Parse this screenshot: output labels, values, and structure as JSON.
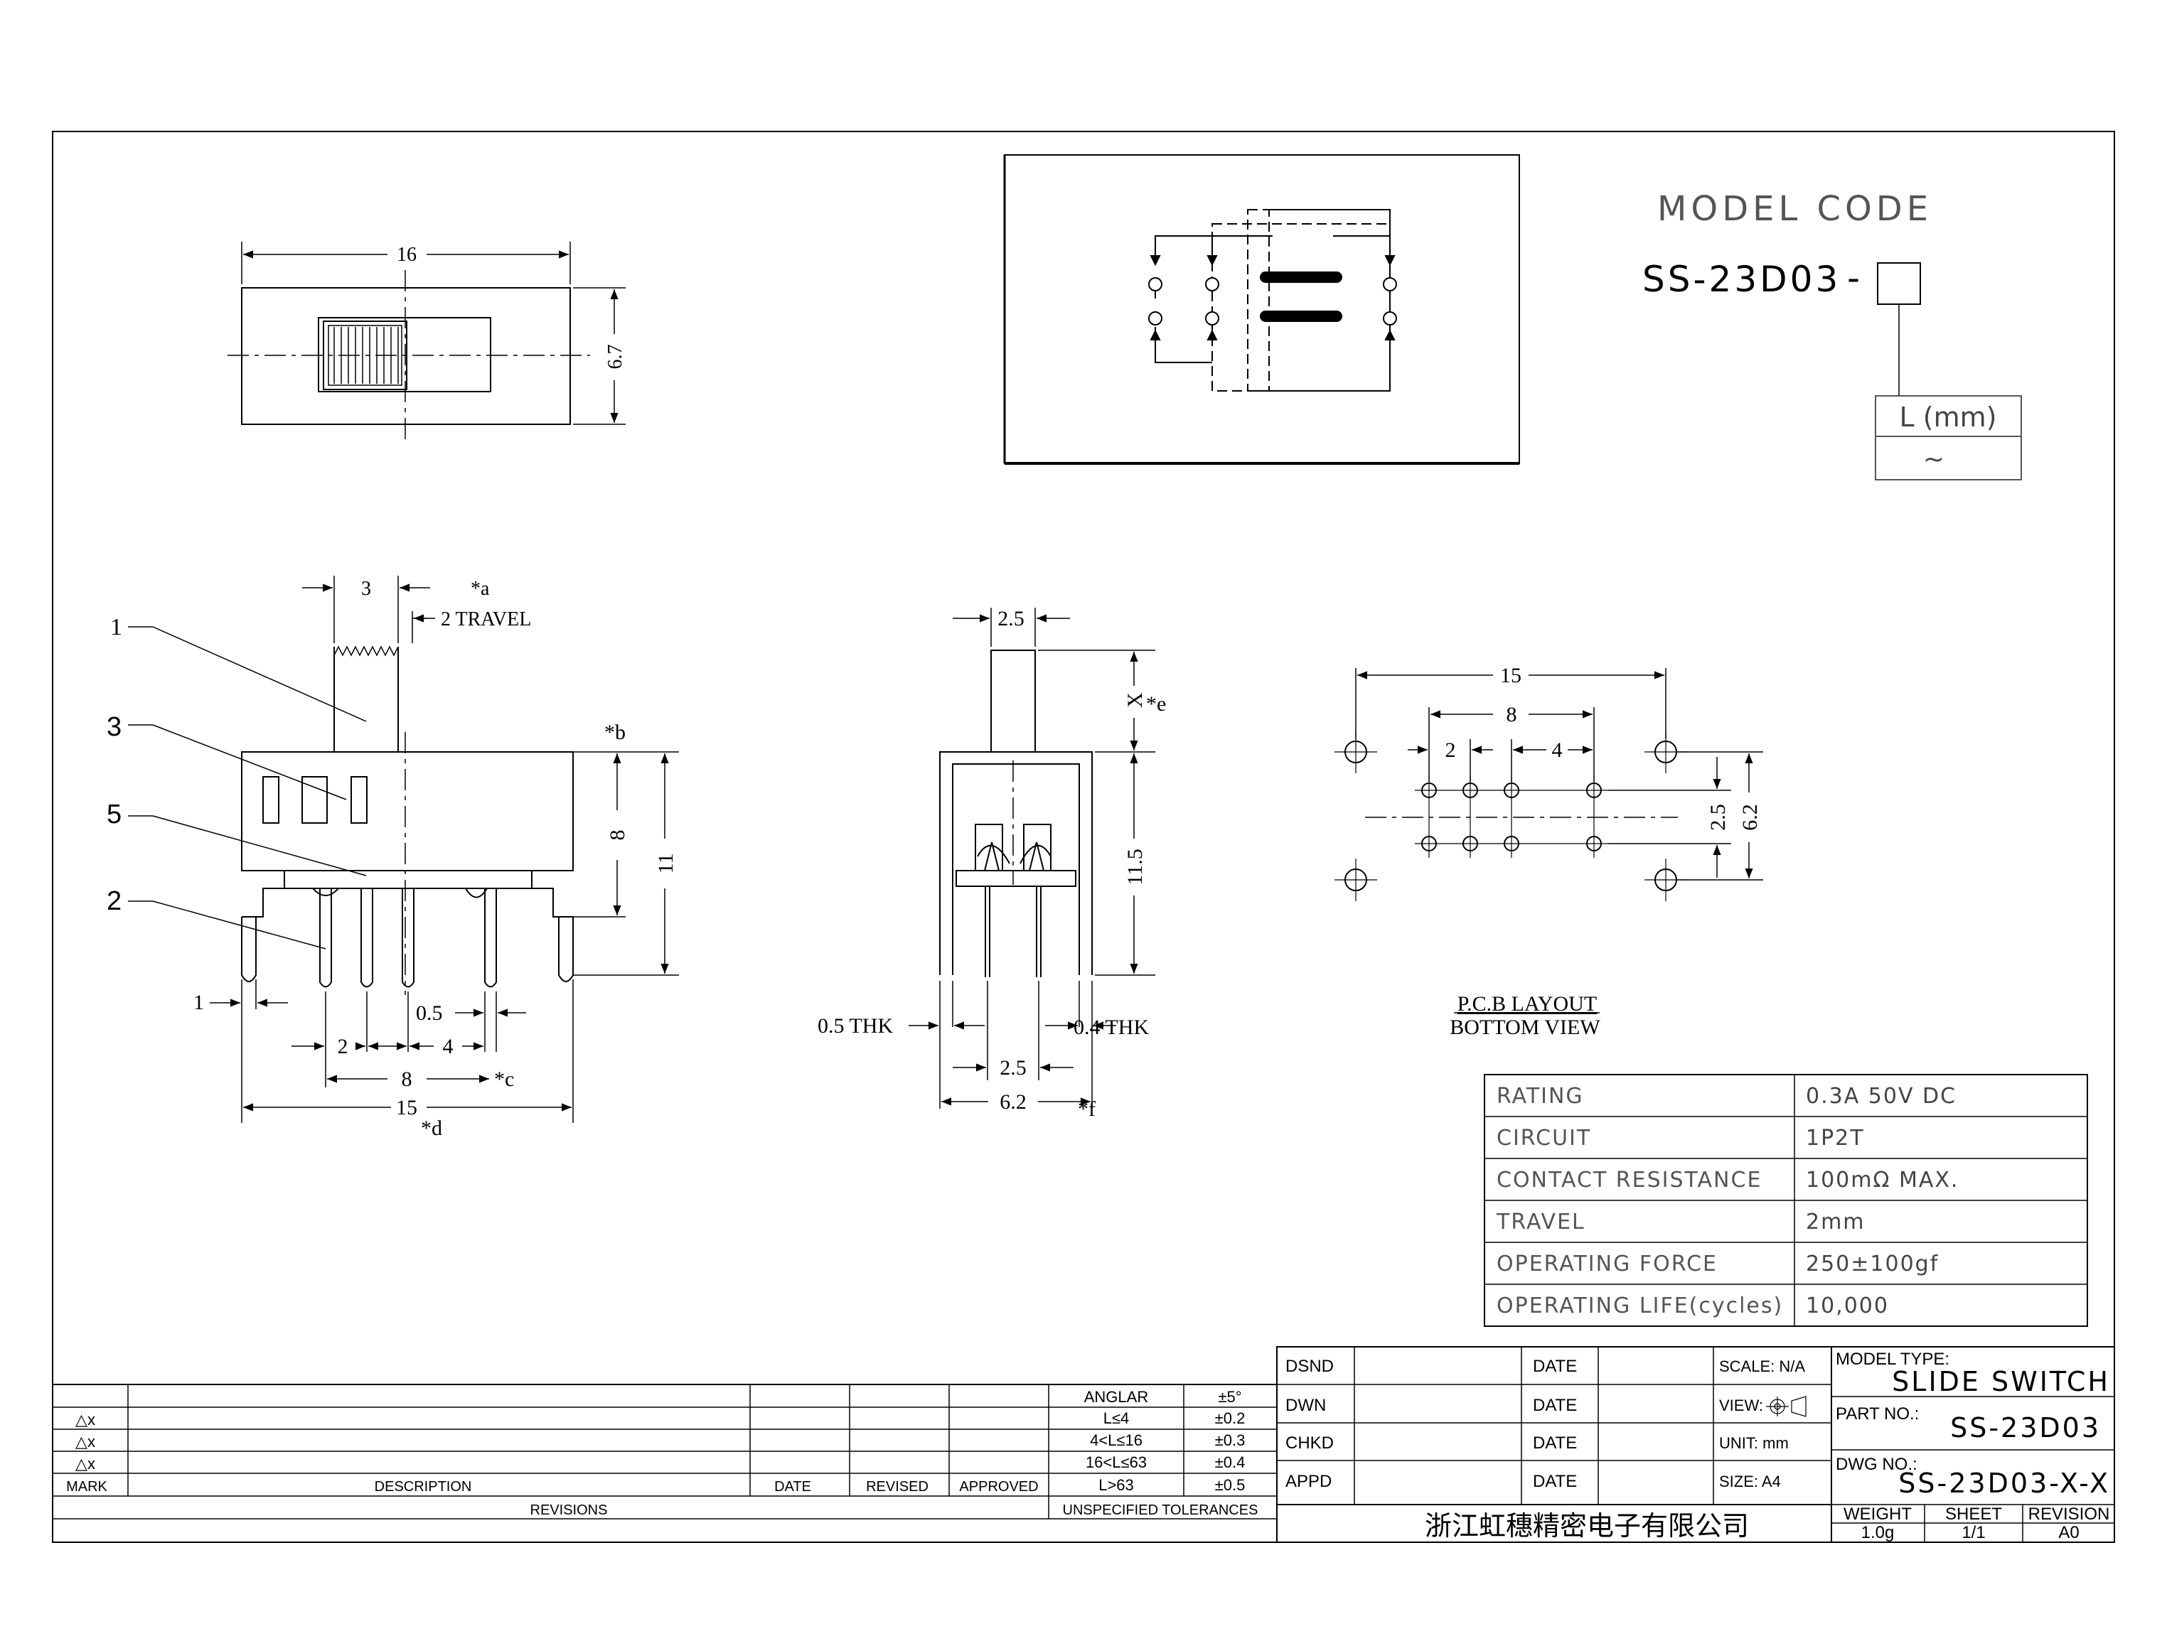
{
  "model_code": {
    "title": "MODEL CODE",
    "code": "SS-23D03",
    "dash": "-",
    "table_header": "L (mm)",
    "table_value": "~"
  },
  "top_view": {
    "width": "16",
    "height": "6.7"
  },
  "front_view": {
    "callouts": [
      "1",
      "3",
      "5",
      "2"
    ],
    "actuator_width": "3",
    "note_a": "*a",
    "travel": "2 TRAVEL",
    "note_b": "*b",
    "height_body": "8",
    "height_total": "11",
    "leg_offset": "1",
    "pin_width": "0.5",
    "pitch_2": "2",
    "pitch_4": "4",
    "span_8": "8",
    "note_c": "*c",
    "span_15": "15",
    "note_d": "*d"
  },
  "side_view": {
    "actuator_width": "2.5",
    "actuator_height": "X",
    "note_e": "*e",
    "height": "11.5",
    "thk_left": "0.5 THK",
    "thk_right": "0.4 THK",
    "pin_spacing": "2.5",
    "width": "6.2",
    "note_f": "*f"
  },
  "pcb_layout": {
    "span_15": "15",
    "span_8": "8",
    "pitch_2": "2",
    "pitch_4": "4",
    "row_spacing": "2.5",
    "outer_spacing": "6.2",
    "title": "P.C.B LAYOUT",
    "subtitle": "BOTTOM VIEW"
  },
  "specs": [
    {
      "label": "RATING",
      "value": "0.3A 50V DC"
    },
    {
      "label": "CIRCUIT",
      "value": "1P2T"
    },
    {
      "label": "CONTACT RESISTANCE",
      "value": "100mΩ MAX."
    },
    {
      "label": "TRAVEL",
      "value": "2mm"
    },
    {
      "label": "OPERATING FORCE",
      "value": "250±100gf"
    },
    {
      "label": "OPERATING LIFE(cycles)",
      "value": "10,000"
    }
  ],
  "revisions": {
    "marks": [
      "△x",
      "△x",
      "△x"
    ],
    "headers": {
      "mark": "MARK",
      "description": "DESCRIPTION",
      "date": "DATE",
      "revised": "REVISED",
      "approved": "APPROVED"
    },
    "footer": "REVISIONS"
  },
  "tolerances": {
    "rows": [
      {
        "range": "ANGLAR",
        "tol": "±5°"
      },
      {
        "range": "L≤4",
        "tol": "±0.2"
      },
      {
        "range": "4<L≤16",
        "tol": "±0.3"
      },
      {
        "range": "16<L≤63",
        "tol": "±0.4"
      },
      {
        "range": "L>63",
        "tol": "±0.5"
      }
    ],
    "footer": "UNSPECIFIED TOLERANCES"
  },
  "signoff": {
    "rows": [
      {
        "role": "DSND",
        "date_label": "DATE",
        "info": "SCALE: N/A"
      },
      {
        "role": "DWN",
        "date_label": "DATE",
        "info": "VIEW:"
      },
      {
        "role": "CHKD",
        "date_label": "DATE",
        "info": "UNIT: mm"
      },
      {
        "role": "APPD",
        "date_label": "DATE",
        "info": "SIZE: A4"
      }
    ]
  },
  "title_block": {
    "model_type_label": "MODEL TYPE:",
    "model_type": "SLIDE SWITCH",
    "part_no_label": "PART NO.:",
    "part_no": "SS-23D03",
    "dwg_no_label": "DWG NO.:",
    "dwg_no": "SS-23D03-X-X",
    "company": "浙江虹穗精密电子有限公司",
    "weight_label": "WEIGHT",
    "weight": "1.0g",
    "sheet_label": "SHEET",
    "sheet": "1/1",
    "revision_label": "REVISION",
    "revision": "A0"
  }
}
